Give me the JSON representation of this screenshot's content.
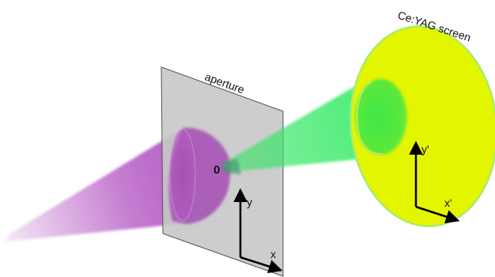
{
  "labels": {
    "aperture": "aperture",
    "screen": "Ce:YAG screen",
    "origin": "0",
    "axis_y": "y",
    "axis_x": "x",
    "axis_y_prime": "y'",
    "axis_x_prime": "x'"
  },
  "colors": {
    "beam_in": "#b04fc0",
    "beam_out": "#3cf06a",
    "screen_fill": "#e4f500",
    "screen_edge": "#9fe86a",
    "aperture_fill": "#cccccc",
    "aperture_edge": "#555555",
    "axis": "#000000"
  }
}
